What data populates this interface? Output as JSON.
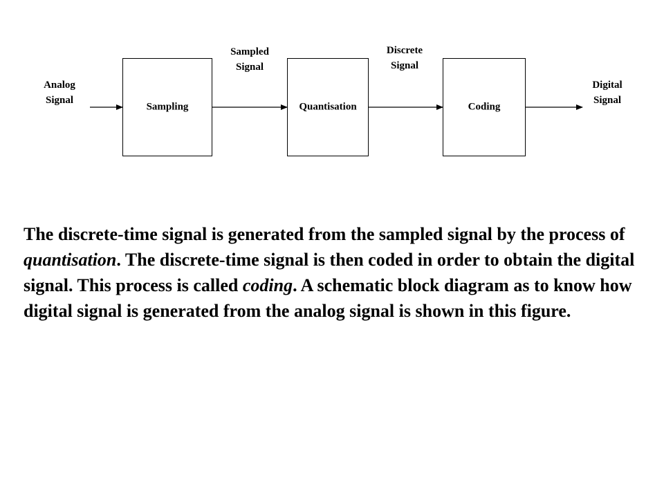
{
  "diagram": {
    "input_label": [
      "Analog",
      "Signal"
    ],
    "output_label": [
      "Digital",
      "Signal"
    ],
    "blocks": [
      {
        "label": "Sampling"
      },
      {
        "label": "Quantisation"
      },
      {
        "label": "Coding"
      }
    ],
    "intermediate_labels": [
      [
        "Sampled",
        "Signal"
      ],
      [
        "Discrete",
        "Signal"
      ]
    ]
  },
  "caption": {
    "part1": "The discrete-time signal is generated from the sampled signal by the process of ",
    "em1": "quantisation",
    "part2": ". The discrete-time signal is then coded in order to obtain the digital signal. This process is called ",
    "em2": "coding",
    "part3": ". A schematic block diagram as to know how digital signal is generated from the analog signal is shown in this figure."
  }
}
